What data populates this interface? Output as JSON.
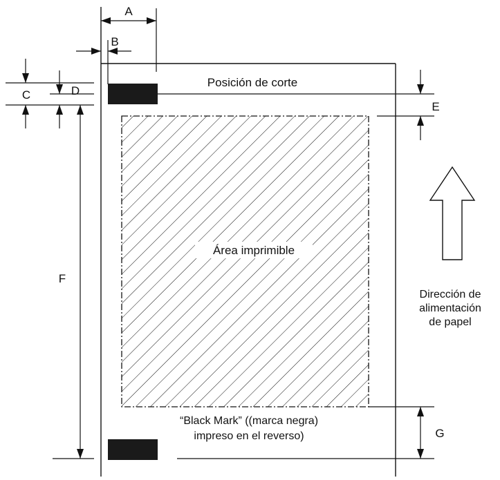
{
  "labels": {
    "a": "A",
    "b": "B",
    "c": "C",
    "d": "D",
    "e": "E",
    "f": "F",
    "g": "G"
  },
  "cut_position": "Posición de corte",
  "printable_area": "Área imprimible",
  "feed_direction": {
    "line1": "Dirección de",
    "line2": "alimentación",
    "line3": "de papel"
  },
  "black_mark": {
    "line1": "“Black Mark” ((marca negra)",
    "line2": "impreso en el reverso)"
  },
  "colors": {
    "ink": "#111111",
    "background": "#ffffff",
    "mark_fill": "#1a1a1a"
  }
}
